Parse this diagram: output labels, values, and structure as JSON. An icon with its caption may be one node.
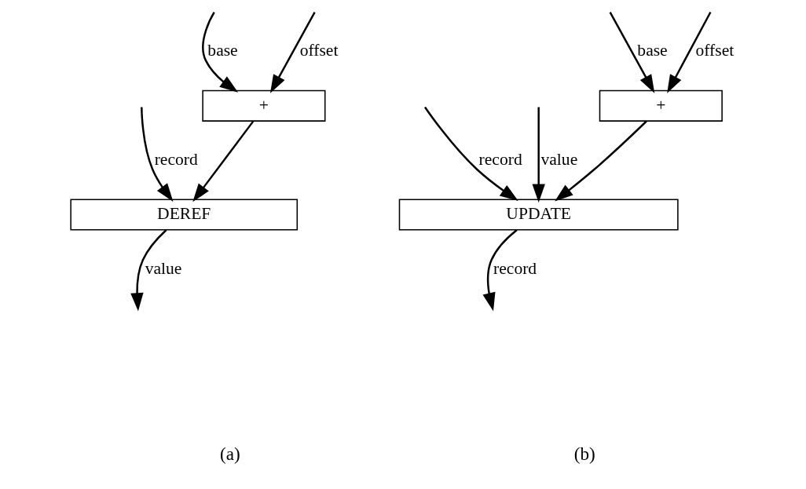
{
  "diagram": {
    "nodes": [
      {
        "text": [
          "+"
        ]
      },
      {
        "text": [
          "DEREF"
        ]
      },
      {
        "text": [
          "+"
        ]
      },
      {
        "text": [
          "UPDATE"
        ]
      }
    ],
    "edges": [
      {
        "from": null,
        "to": 0,
        "arrow": "to",
        "label": "base"
      },
      {
        "from": null,
        "to": 0,
        "arrow": "to",
        "label": "offset"
      },
      {
        "from": 0,
        "to": 1,
        "arrow": "to"
      },
      {
        "from": null,
        "to": 1,
        "arrow": "to",
        "label": "record"
      },
      {
        "from": 1,
        "to": null,
        "arrow": "to",
        "label": "value"
      },
      {
        "from": null,
        "to": 2,
        "arrow": "to",
        "label": "base"
      },
      {
        "from": null,
        "to": 2,
        "arrow": "to",
        "label": "offset"
      },
      {
        "from": null,
        "to": 3,
        "arrow": "to",
        "label": "record"
      },
      {
        "from": null,
        "to": 3,
        "arrow": "to",
        "label": "value"
      },
      {
        "from": 2,
        "to": 3,
        "arrow": "to"
      },
      {
        "from": 3,
        "to": null,
        "arrow": "to",
        "label": "record"
      }
    ],
    "labels": [
      "(a)",
      "(b)"
    ]
  }
}
